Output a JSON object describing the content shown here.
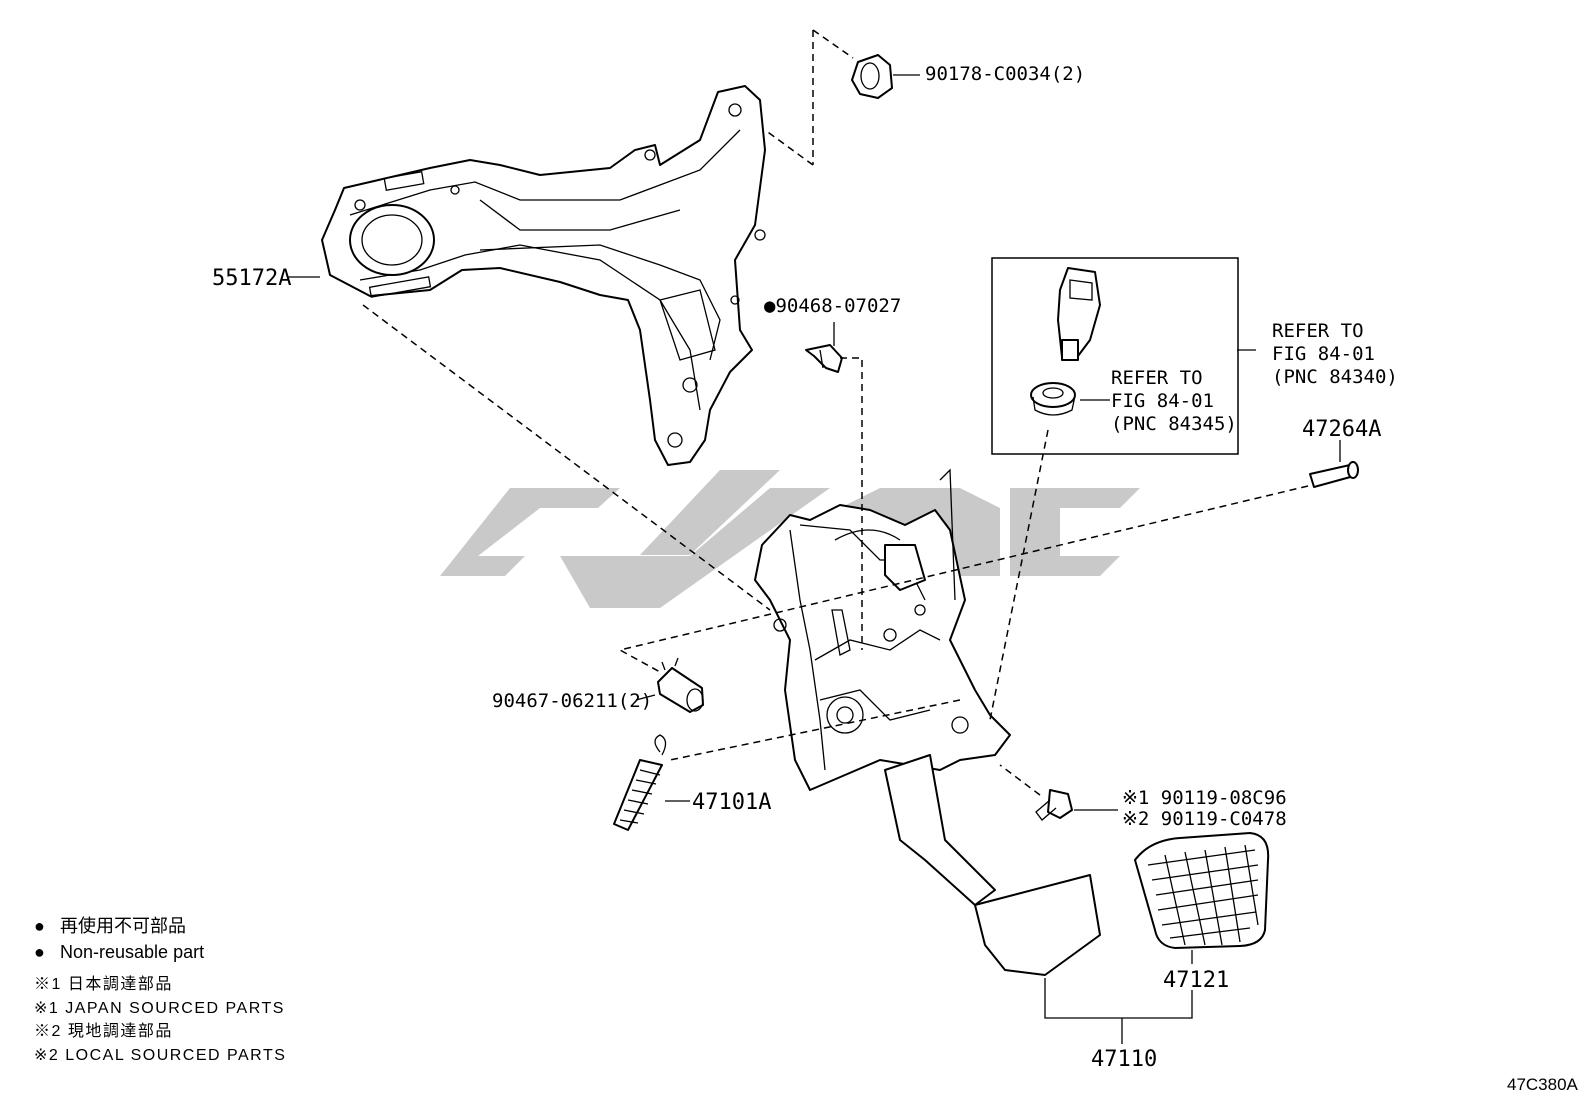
{
  "labels": {
    "bracket": "55172A",
    "nut": "90178-C0034(2)",
    "clip": "●90468-07027",
    "clip_bullet": "●",
    "clip_number": "90468-07027",
    "bushing": "90467-06211(2)",
    "spring": "47101A",
    "pin": "47264A",
    "bolt_1": "※1 90119-08C96",
    "bolt_2": "※2 90119-C0478",
    "pedal_pad": "47121",
    "pedal_assy": "47110"
  },
  "refer_switch": {
    "line1": "REFER TO",
    "line2": "FIG 84-01",
    "line3": "(PNC 84340)"
  },
  "refer_cushion": {
    "line1": "REFER TO",
    "line2": "FIG 84-01",
    "line3": "(PNC 84345)"
  },
  "legend": {
    "item1_symbol": "●",
    "item1_text": "再使用不可部品",
    "item2_symbol": "●",
    "item2_text": "Non-reusable part",
    "item3": "※1 日本調達部品",
    "item4": "※1 JAPAN SOURCED PARTS",
    "item5": "※2 現地調達部品",
    "item6": "※2 LOCAL SOURCED PARTS"
  },
  "figure_code": "47C380A"
}
